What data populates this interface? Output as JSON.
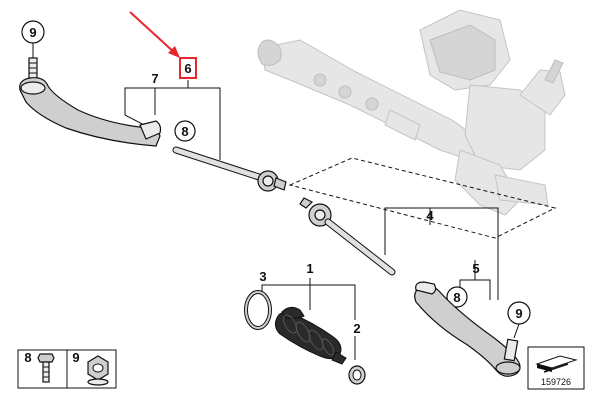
{
  "diagram": {
    "callouts": {
      "c1": "1",
      "c2": "2",
      "c3": "3",
      "c4": "4",
      "c5": "5",
      "c6": "6",
      "c7": "7",
      "c8_upper": "8",
      "c8_lower": "8",
      "c9_upper_left": "9",
      "c9_lower_right": "9"
    },
    "legend": {
      "item8": "8",
      "item9": "9"
    },
    "diagram_number": "159726",
    "highlight_color": "#e8262b",
    "arrow_color": "#e8262b"
  }
}
